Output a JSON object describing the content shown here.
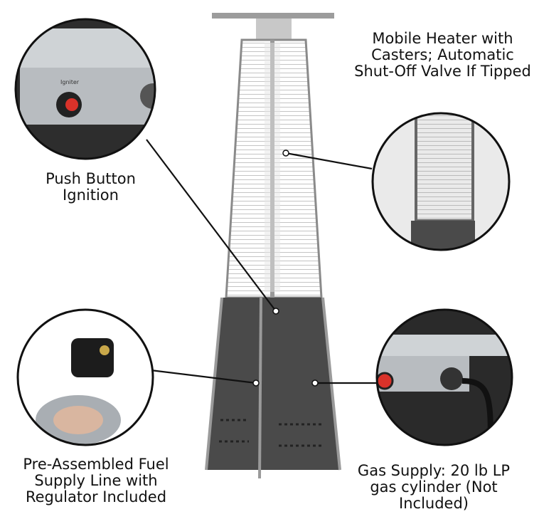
{
  "callouts": {
    "mobile": "Mobile Heater with Casters; Automatic Shut-Off Valve If Tipped",
    "ignition": "Push Button Ignition",
    "fuel_line": "Pre-Assembled Fuel Supply Line with Regulator Included",
    "gas_supply": "Gas Supply: 20 lb LP gas cylinder (Not Included)"
  },
  "panel_label": "Igniter",
  "colors": {
    "steel": "#9a9a9a",
    "panel": "#4a4a4a",
    "ignite_red": "#d9322a",
    "line": "#111111"
  }
}
